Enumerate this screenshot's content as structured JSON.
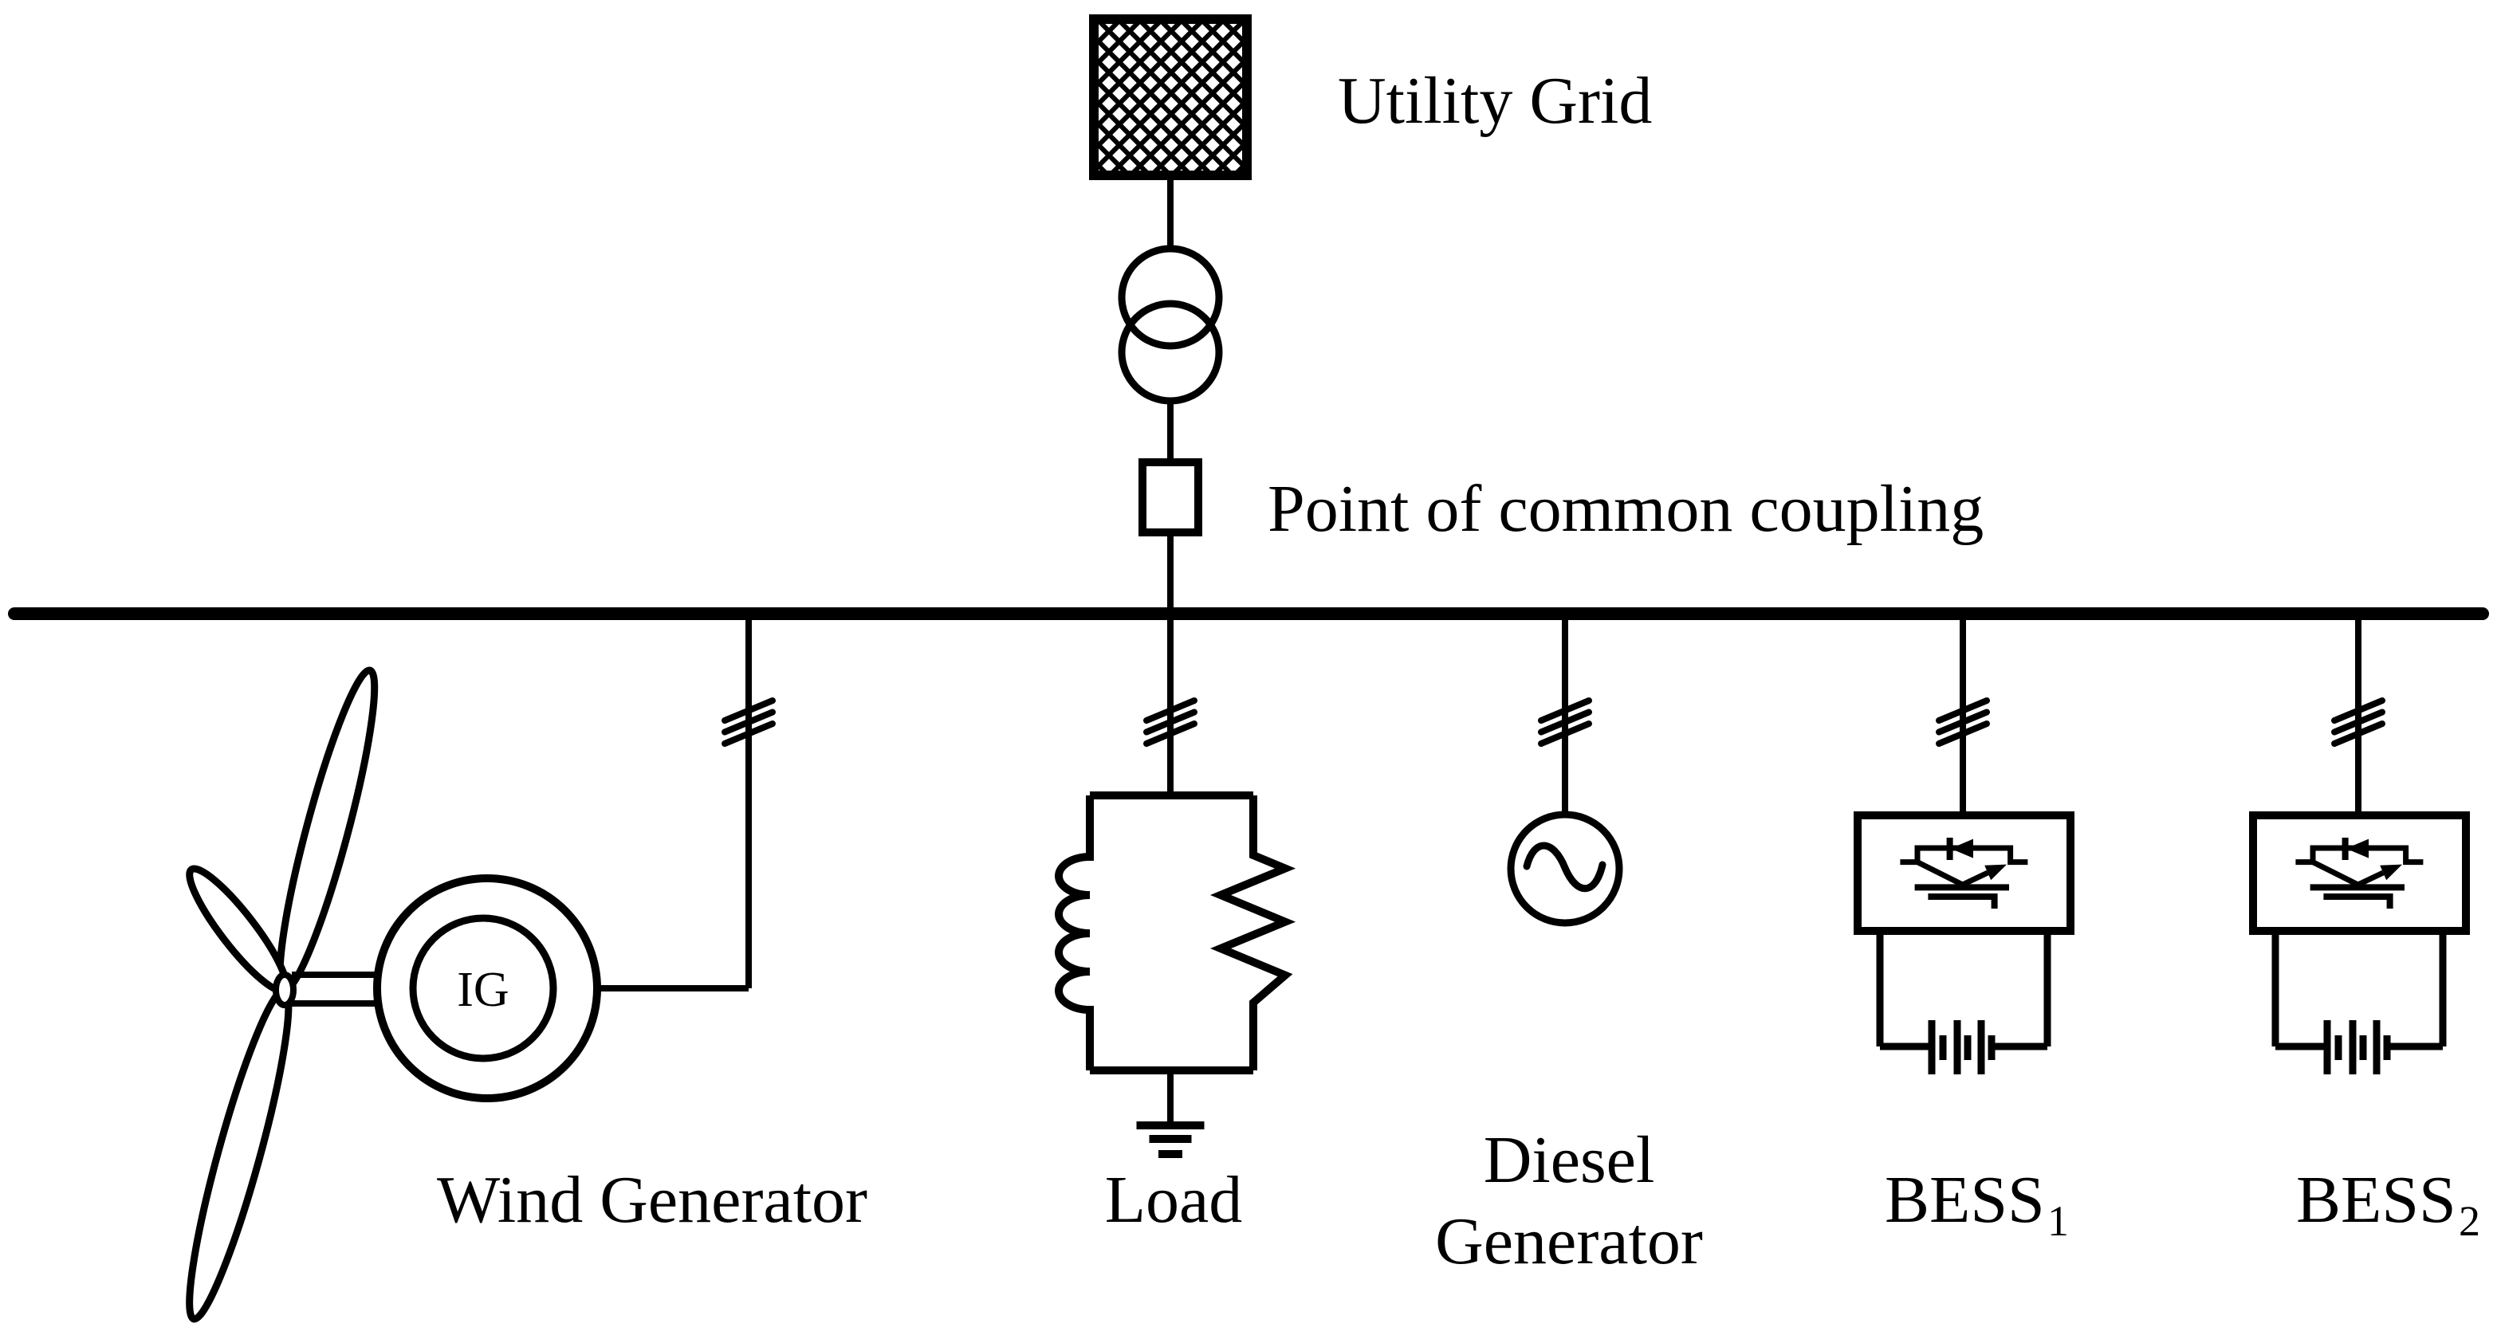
{
  "diagram": {
    "background": "#ffffff",
    "line_color": "#000000",
    "hatch_color": "#a8a8a8",
    "utility_grid": {
      "label": "Utility Grid"
    },
    "pcc": {
      "label": "Point of common coupling"
    },
    "wind": {
      "label": "Wind Generator",
      "machine": "IG"
    },
    "load": {
      "label": "Load"
    },
    "diesel": {
      "label_line1": "Diesel",
      "label_line2": "Generator"
    },
    "bess1": {
      "label": "BESS",
      "sub": "1"
    },
    "bess2": {
      "label": "BESS",
      "sub": "2"
    }
  }
}
